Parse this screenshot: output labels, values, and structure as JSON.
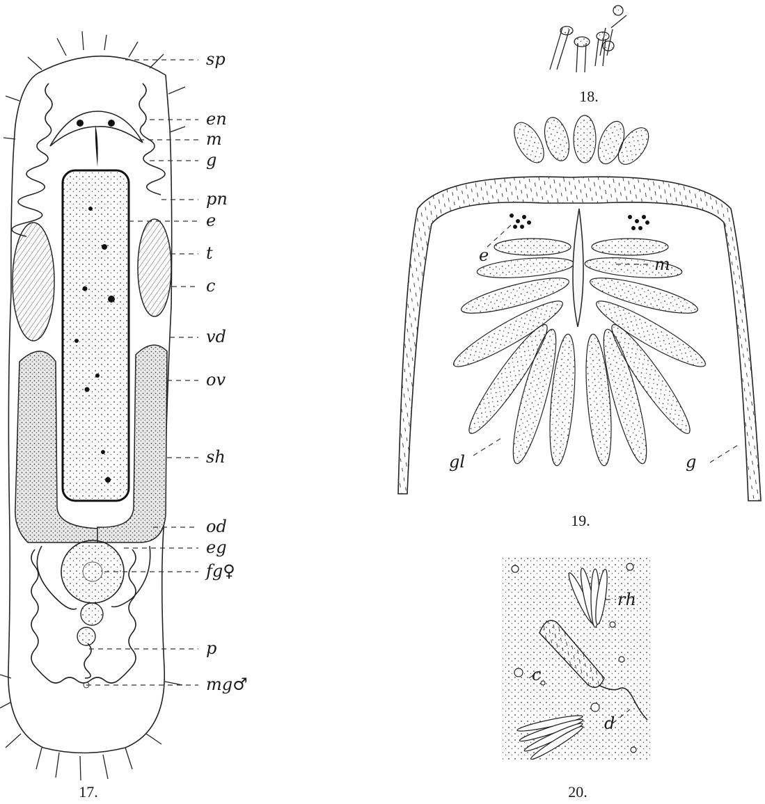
{
  "figures": {
    "fig17": {
      "number": "17.",
      "labels": [
        "sp",
        "en",
        "m",
        "g",
        "pn",
        "e",
        "t",
        "c",
        "vd",
        "ov",
        "sh",
        "od",
        "eg",
        "fg♀",
        "p",
        "mg♂"
      ]
    },
    "fig18": {
      "number": "18."
    },
    "fig19": {
      "number": "19.",
      "labels": [
        "e",
        "m",
        "gl",
        "g"
      ]
    },
    "fig20": {
      "number": "20.",
      "labels": [
        "rh",
        "c",
        "d"
      ]
    }
  }
}
